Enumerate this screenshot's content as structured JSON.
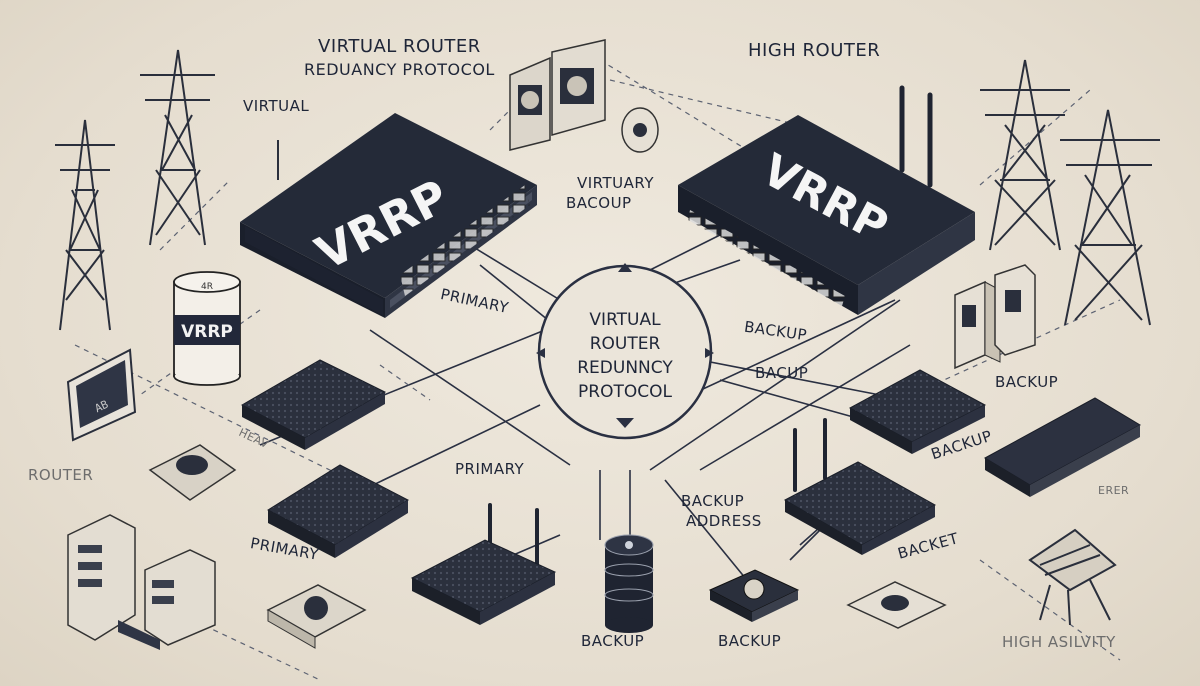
{
  "labels": {
    "title_line1": "VIRTUAL ROUTER",
    "title_line2": "REDUANCY PROTOCOL",
    "high_router": "HIGH ROUTER",
    "virtual": "VIRTUAL",
    "virtuary_backup_1": "VIRTUARY",
    "virtuary_backup_2": "BACOUP",
    "primary_1": "PRIMARY",
    "primary_2": "PRIMARY",
    "primary_3": "PRIMARY",
    "backup_1": "BACKUP",
    "backup_2": "BACUP",
    "backup_3": "BACKUP",
    "backup_4": "BACKUP",
    "backup_address_1": "BACKUP",
    "backup_address_2": "ADDRESS",
    "backup_bottom_1": "BACKUP",
    "backup_bottom_2": "BACKUP",
    "backet": "BACKET",
    "router": "ROUTER",
    "high_asilvity": "HIGH ASILVITY",
    "faded_left": "HEAV",
    "faded_right": "ERER",
    "center_line1": "VIRTUAL",
    "center_line2": "ROUTER",
    "center_line3": "REDUNNCY",
    "center_line4": "PROTOCOL"
  },
  "devices": {
    "main_left_label": "VRRP",
    "main_right_label": "VRRP",
    "cylinder_label": "VRRP",
    "cylinder_top_label": "4R",
    "monitor_label": "AB"
  }
}
